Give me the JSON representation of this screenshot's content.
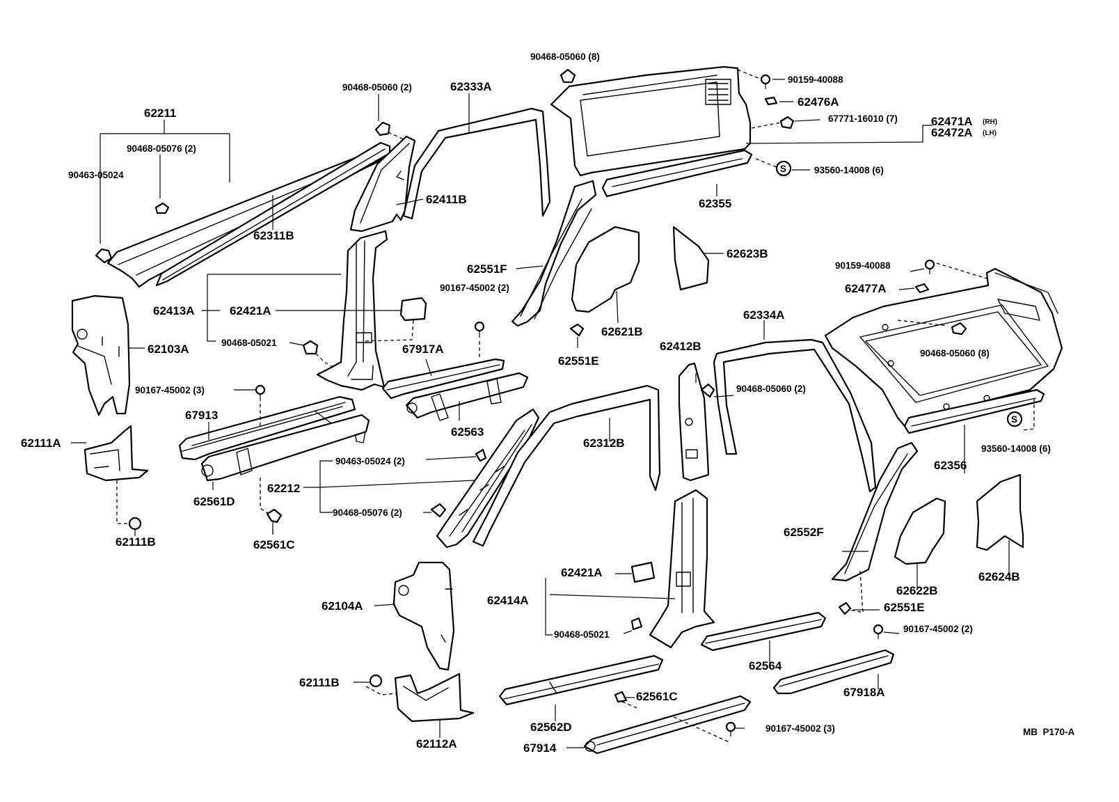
{
  "diagram_code": "MB  P170-A",
  "labels": {
    "l62211": "62211",
    "l90468_05076_2": "90468-05076 (2)",
    "l90463_05024": "90463-05024",
    "l62311B": "62311B",
    "l62103A": "62103A",
    "l62111A": "62111A",
    "l62111B_top": "62111B",
    "l90468_05060_2_a": "90468-05060 (2)",
    "l62333A": "62333A",
    "l62411B": "62411B",
    "l62413A": "62413A",
    "l62421A_top": "62421A",
    "l90468_05021_top": "90468-05021",
    "l90167_45002_3_top": "90167-45002 (3)",
    "l67913": "67913",
    "l62561D": "62561D",
    "l62212": "62212",
    "l62561C_top": "62561C",
    "l90463_05024_2": "90463-05024 (2)",
    "l90468_05076_2_b": "90468-05076 (2)",
    "l62551F": "62551F",
    "l90167_45002_2_top": "90167-45002 (2)",
    "l67917A": "67917A",
    "l62563": "62563",
    "l62551E_top": "62551E",
    "l62621B": "62621B",
    "l90468_05060_8_top": "90468-05060 (8)",
    "l90159_40088_top": "90159-40088",
    "l62476A": "62476A",
    "l67771_16010_7": "67771-16010 (7)",
    "l62471A": "62471A",
    "l62471A_rh": "(RH)",
    "l62472A": "62472A",
    "l62472A_lh": "(LH)",
    "l93560_14008_6_top": "93560-14008 (6)",
    "l62355": "62355",
    "l62623B": "62623B",
    "l90159_40088_right": "90159-40088",
    "l62477A": "62477A",
    "l62334A": "62334A",
    "l62412B": "62412B",
    "l90468_05060_2_b": "90468-05060 (2)",
    "l90468_05060_8_right": "90468-05060 (8)",
    "l62312B": "62312B",
    "l93560_14008_6_right": "93560-14008 (6)",
    "l62356": "62356",
    "l62552F": "62552F",
    "l62622B": "62622B",
    "l62624B": "62624B",
    "l62551E_bottom": "62551E",
    "l90167_45002_2_bottom": "90167-45002 (2)",
    "l67918A": "67918A",
    "l62421A_bottom": "62421A",
    "l62414A": "62414A",
    "l90468_05021_bottom": "90468-05021",
    "l62564": "62564",
    "l62104A": "62104A",
    "l62111B_bottom": "62111B",
    "l62112A": "62112A",
    "l62561C_bottom": "62561C",
    "l62562D": "62562D",
    "l90167_45002_3_bottom": "90167-45002 (3)",
    "l67914": "67914",
    "s_symbol": "S"
  }
}
